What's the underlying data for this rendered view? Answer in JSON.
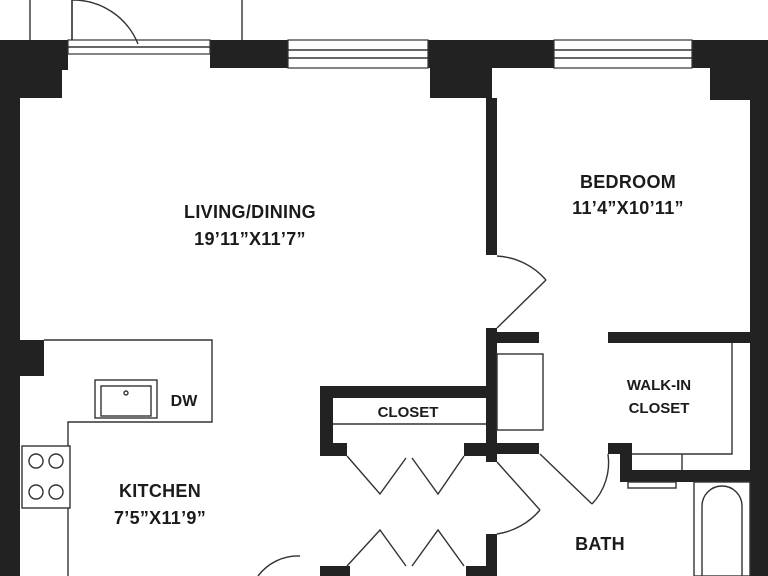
{
  "rooms": {
    "living": {
      "name": "LIVING/DINING",
      "size": "19’11”X11’7”"
    },
    "bedroom": {
      "name": "BEDROOM",
      "size": "11’4”X10’11”"
    },
    "walk_in": {
      "name_line1": "WALK-IN",
      "name_line2": "CLOSET"
    },
    "closet": {
      "name": "CLOSET"
    },
    "kitchen": {
      "name": "KITCHEN",
      "size": "7’5”X11’9”"
    },
    "bath": {
      "name": "BATH"
    },
    "dishwasher": {
      "name": "DW"
    }
  },
  "colors": {
    "wall": "#222222",
    "line": "#333333",
    "background": "#ffffff"
  }
}
